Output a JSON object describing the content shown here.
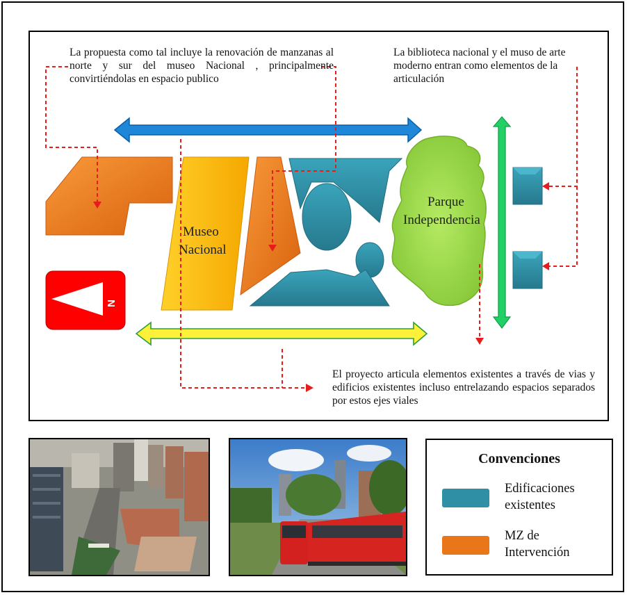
{
  "notes": {
    "proposal": "La propuesta como tal incluye la renovación de manzanas al norte y sur del museo Nacional , principalmente convirtiéndolas en espacio publico",
    "library": "La biblioteca nacional y el muso de arte moderno entran como elementos de la articulación",
    "project": "El proyecto articula elementos existentes a través de vias y edificios existentes incluso entrelazando espacios separados por estos ejes viales"
  },
  "labels": {
    "museum_line1": "Museo",
    "museum_line2": "Nacional",
    "park_line1": "Parque",
    "park_line2": "Independencia",
    "north_letter": "N"
  },
  "legend": {
    "title": "Convenciones",
    "items": [
      {
        "label_line1": "Edificaciones",
        "label_line2": "existentes",
        "color": "#2f8fa5"
      },
      {
        "label_line1": "MZ de",
        "label_line2": "Intervención",
        "color": "#e9771a"
      }
    ]
  },
  "colors": {
    "teal_buildings": "#2f8fa5",
    "orange_blocks": "#e9771a",
    "museum_yellow": "#f7b400",
    "park_green": "#9ed84a",
    "blue_axis": "#1f87d8",
    "yellow_axis": "#fff13a",
    "green_axis": "#22d166",
    "dashed_red": "#e81c1c",
    "north_red": "#ff0000"
  },
  "photos": [
    {
      "name": "aerial-city-photo"
    },
    {
      "name": "transmilenio-bus-photo"
    }
  ]
}
